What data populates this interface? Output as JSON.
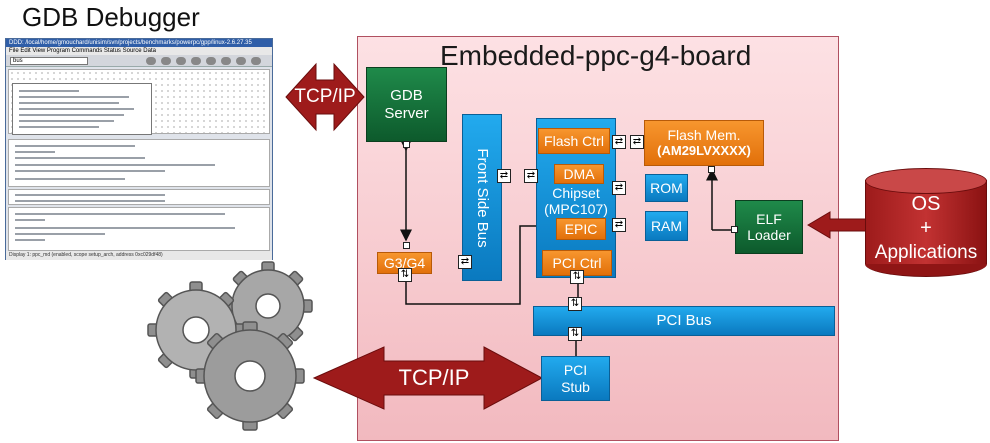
{
  "gdb": {
    "title": "GDB Debugger",
    "window_title": "DDD: /local/home/gmouchard/unisim/svn/projects/benchmarks/powerpc/gpp/linux-2.6.27.35",
    "menu": "File  Edit  View  Program  Commands  Status  Source  Data",
    "entry": "bus",
    "status": "Display 1: ppc_md (enabled, scope setup_arch, address 0xc029df48)"
  },
  "board": {
    "title": "Embedded-ppc-g4-board"
  },
  "blocks": {
    "gdb_server": "GDB Server",
    "front_side_bus": "Front Side Bus",
    "g3g4": "G3/G4",
    "flash_ctrl": "Flash Ctrl",
    "dma": "DMA",
    "chipset_line1": "Chipset",
    "chipset_line2": "(MPC107)",
    "epic": "EPIC",
    "pci_ctrl": "PCI Ctrl",
    "flash_mem_line1": "Flash Mem.",
    "flash_mem_line2": "(AM29LVXXXX)",
    "rom": "ROM",
    "ram": "RAM",
    "elf_loader_line1": "ELF",
    "elf_loader_line2": "Loader",
    "pci_bus": "PCI Bus",
    "pci_stub_line1": "PCI",
    "pci_stub_line2": "Stub"
  },
  "arrows": {
    "tcpip_top": "TCP/IP",
    "tcpip_bottom": "TCP/IP"
  },
  "os": {
    "line1": "OS",
    "line2": "+",
    "line3": "Applications"
  },
  "colors": {
    "green": "#137040",
    "blue": "#1b95dc",
    "orange": "#ef8320",
    "maroon": "#9e1b1b",
    "board": "#f8cdd2"
  },
  "icons": {
    "switch": "swap-arrows-icon",
    "gears": "gears-icon"
  }
}
